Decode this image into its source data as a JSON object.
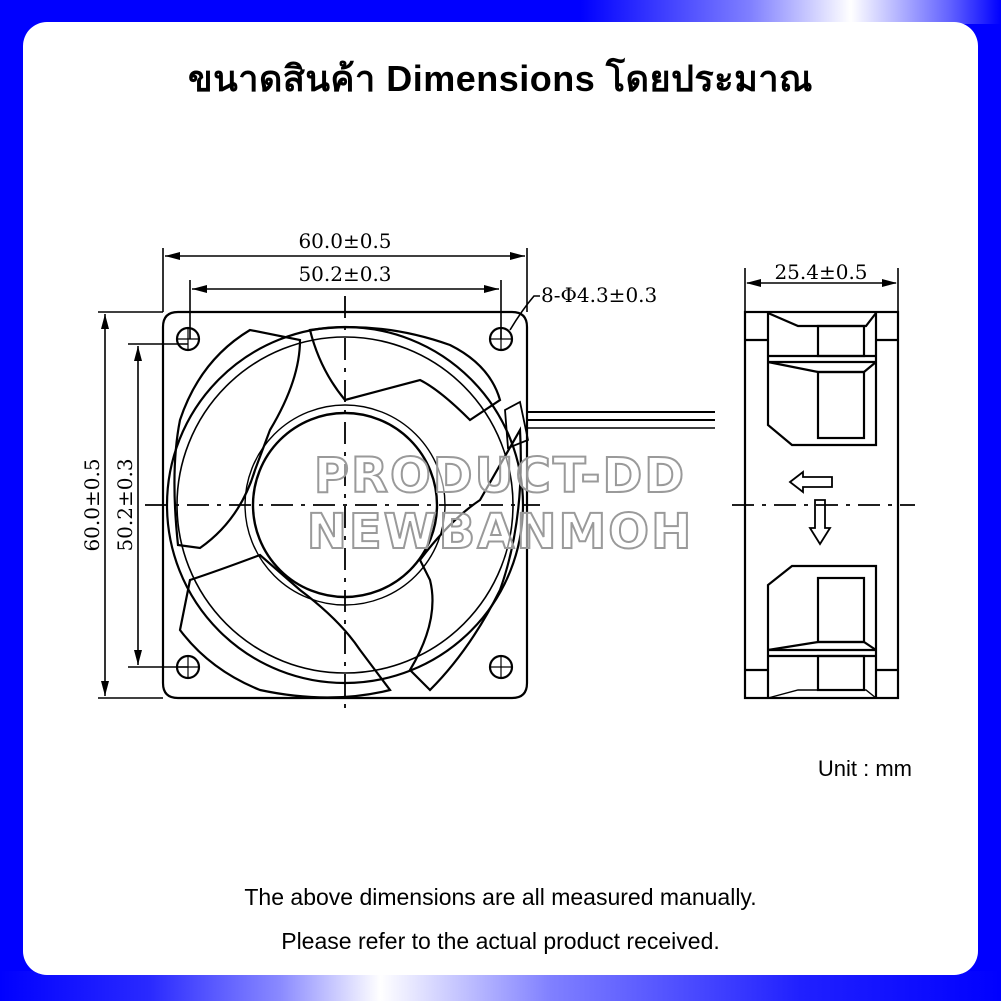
{
  "header": {
    "title": "ขนาดสินค้า Dimensions โดยประมาณ"
  },
  "drawing": {
    "front_view": {
      "overall_width": "60.0±0.5",
      "hole_spacing_width": "50.2±0.3",
      "overall_height": "60.0±0.5",
      "hole_spacing_height": "50.2±0.3",
      "mounting_holes": "8-Φ4.3±0.3"
    },
    "side_view": {
      "depth": "25.4±0.5",
      "airflow_arrow": "arrow-left-icon",
      "rotation_arrow": "arrow-down-icon"
    },
    "watermark": {
      "line1": "PRODUCT-DD",
      "line2": "NEWBANMOH"
    }
  },
  "unit_label": "Unit : mm",
  "notes": {
    "line1": "The above dimensions are all measured manually.",
    "line2": "Please refer to the actual product received."
  },
  "colors": {
    "frame": "#0000ff",
    "panel": "#ffffff",
    "text": "#000000"
  }
}
